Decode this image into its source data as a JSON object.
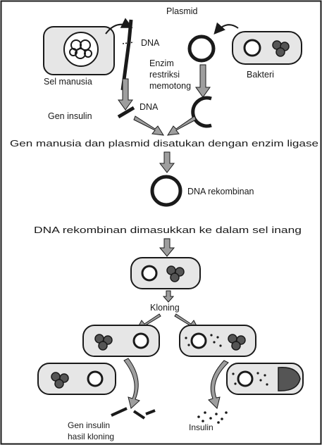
{
  "labels": {
    "sel_manusia": "Sel manusia",
    "dna": "DNA",
    "plasmid": "Plasmid",
    "bakteri": "Bakteri",
    "enzim_line1": "Enzim",
    "enzim_line2": "restriksi",
    "enzim_line3": "memotong",
    "enzim_line4": "DNA",
    "gen_insulin": "Gen insulin",
    "gen_disatukan": "Gen manusia dan plasmid disatukan dengan enzim ligase",
    "dna_rekombinan": "DNA rekombinan",
    "dimasukkan": "DNA rekombinan dimasukkan ke dalam sel inang",
    "kloning": "Kloning",
    "hasil_kloning_line1": "Gen insulin",
    "hasil_kloning_line2": "hasil kloning",
    "insulin": "Insulin"
  },
  "colors": {
    "ink": "#1a1a1a",
    "cell_fill": "#d9d9d9",
    "arrow_fill": "#9e9e9e"
  }
}
